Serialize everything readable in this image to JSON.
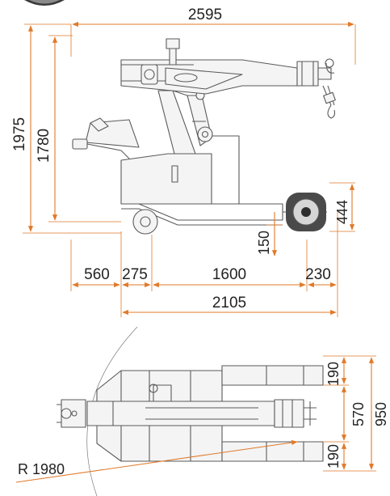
{
  "colors": {
    "dimension": "#e07a2a",
    "outline": "#5a5a5a",
    "text": "#222222",
    "background": "#ffffff"
  },
  "side_view": {
    "overall_length": "2595",
    "height_total": "1975",
    "height_mast": "1780",
    "front_overhang": "560",
    "wheel_offset": "275",
    "wheelbase": "1600",
    "rear_offset": "230",
    "chassis_length": "2105",
    "ground_clearance": "150",
    "wheel_height": "444"
  },
  "top_view": {
    "outrigger_width_upper": "190",
    "outrigger_width_lower": "190",
    "inner_span": "570",
    "total_width": "950",
    "turning_radius": "R 1980"
  }
}
